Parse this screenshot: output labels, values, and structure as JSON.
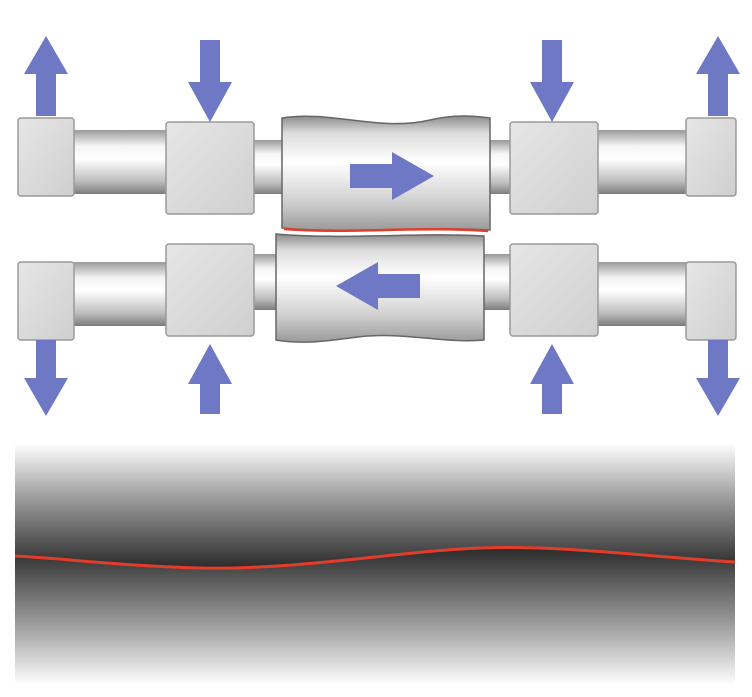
{
  "colors": {
    "arrow": "#6e78c4",
    "interface_line": "#e23c2a",
    "block_fill": "#d9d9d9",
    "block_stroke": "#9a9a9a",
    "background": "#ffffff"
  },
  "icons": {
    "load_arrows": "arrow-icon",
    "shear_arrows": "arrow-icon"
  },
  "top_assembly": {
    "outer_load": "up",
    "inner_load": "down",
    "shear_direction": "right"
  },
  "bottom_assembly": {
    "outer_load": "down",
    "inner_load": "up",
    "shear_direction": "left"
  },
  "crosssection": {
    "interface_profile": "wavy"
  }
}
